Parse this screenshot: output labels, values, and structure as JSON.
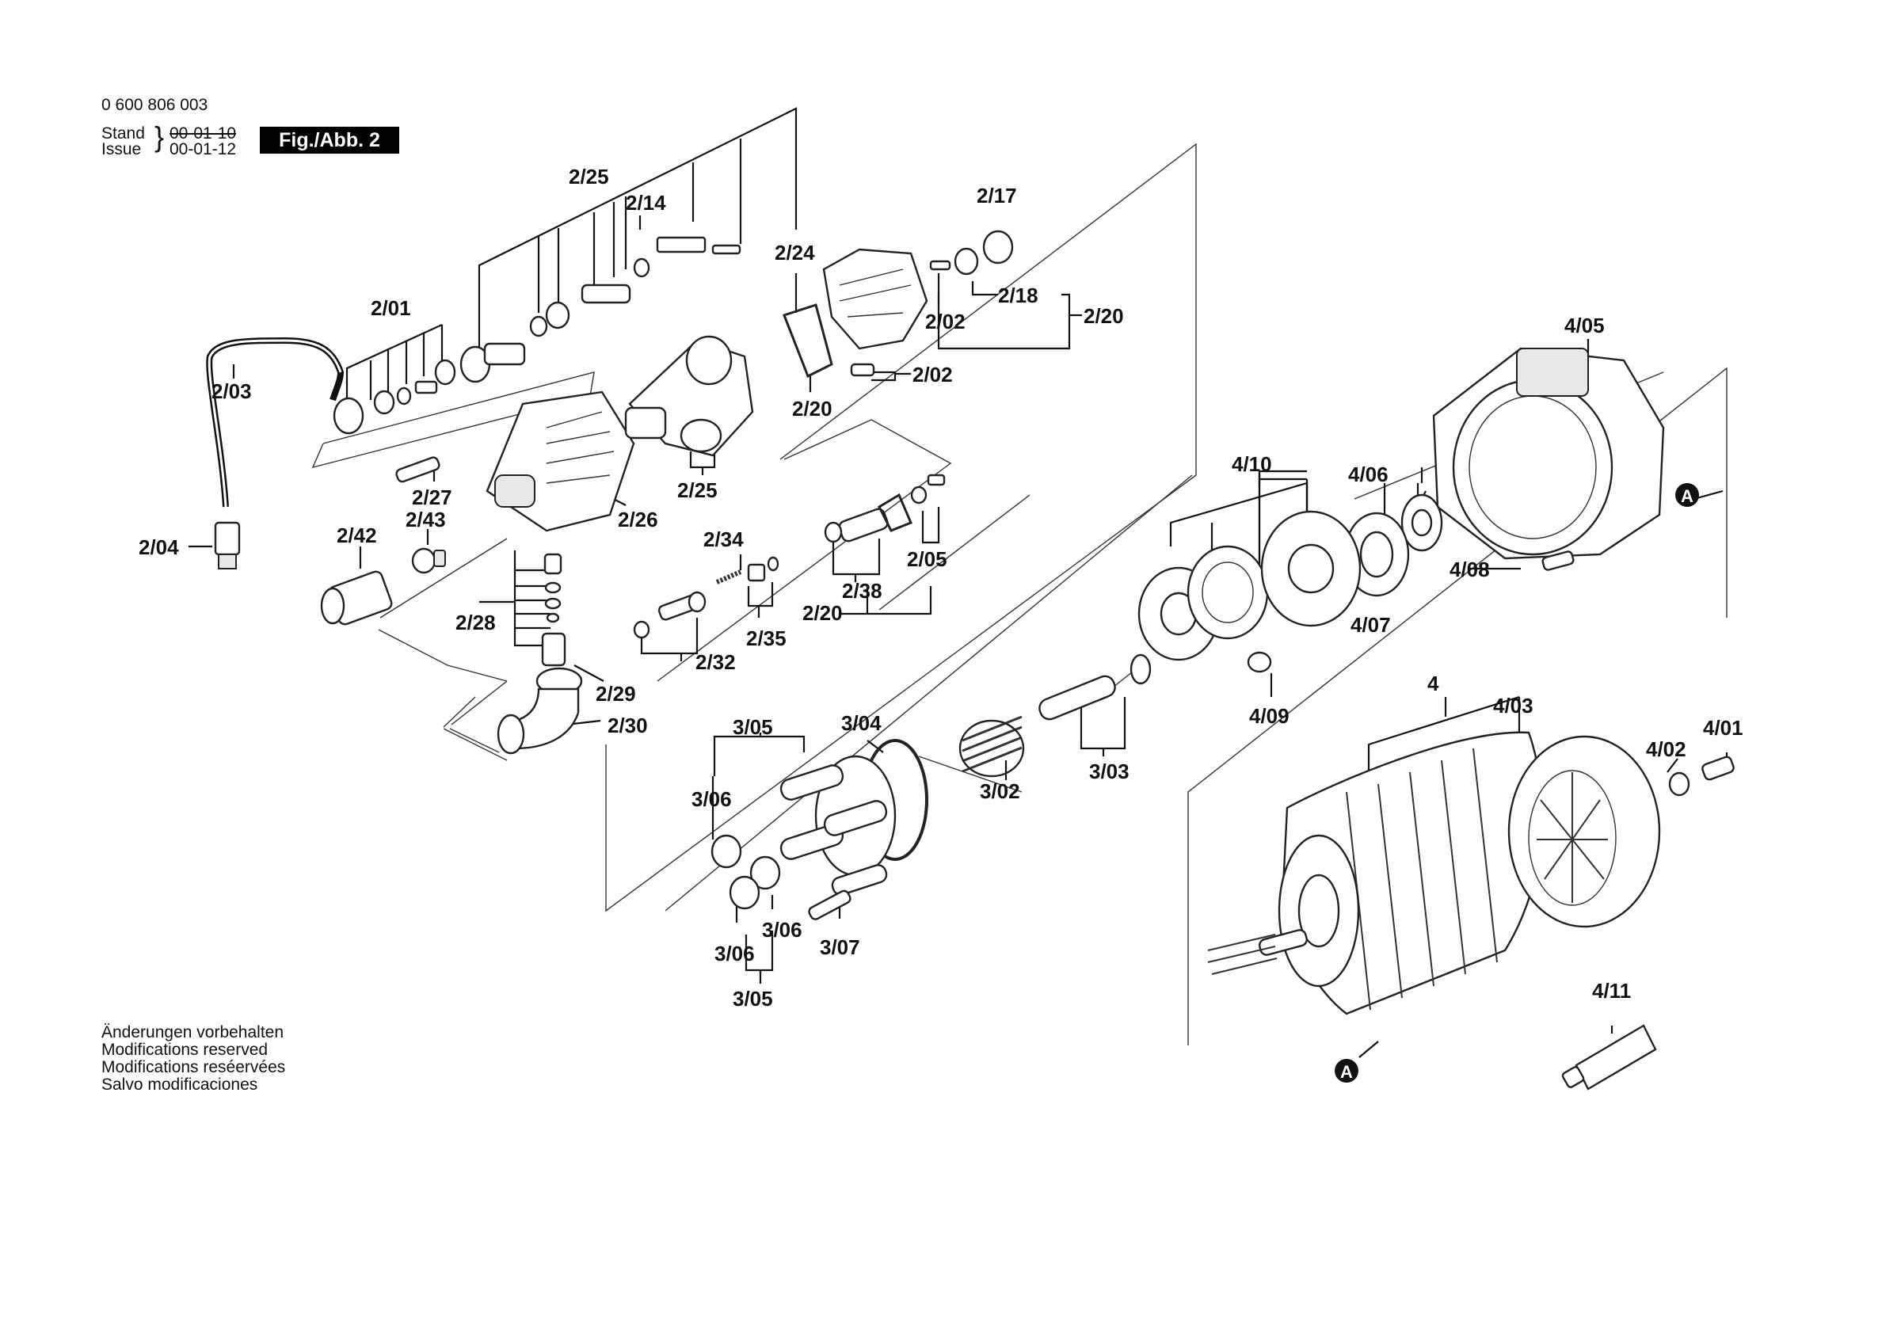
{
  "header": {
    "part_number": "0 600 806 003",
    "stand_label": "Stand",
    "stand_date": "00-01-10",
    "issue_label": "Issue",
    "issue_date": "00-01-12",
    "figure": "Fig./Abb. 2"
  },
  "notes": [
    "Änderungen vorbehalten",
    "Modifications reserved",
    "Modifications reséervées",
    "Salvo modificaciones"
  ],
  "callouts": {
    "p2_25a": "2/25",
    "p2_14": "2/14",
    "p2_24": "2/24",
    "p2_17": "2/17",
    "p2_01": "2/01",
    "p2_03": "2/03",
    "p2_18": "2/18",
    "p2_20a": "2/20",
    "p2_02a": "2/02",
    "p2_02b": "2/02",
    "p2_20b": "2/20",
    "p2_27": "2/27",
    "p2_25b": "2/25",
    "p2_26": "2/26",
    "p2_04": "2/04",
    "p2_42": "2/42",
    "p2_43": "2/43",
    "p2_34": "2/34",
    "p2_38": "2/38",
    "p2_05": "2/05",
    "p2_20c": "2/20",
    "p2_28": "2/28",
    "p2_35": "2/35",
    "p2_32": "2/32",
    "p2_29": "2/29",
    "p2_30": "2/30",
    "p3_05a": "3/05",
    "p3_04": "3/04",
    "p3_06a": "3/06",
    "p3_02": "3/02",
    "p3_03": "3/03",
    "p3_06b": "3/06",
    "p3_06c": "3/06",
    "p3_07": "3/07",
    "p3_05b": "3/05",
    "p4_05": "4/05",
    "p4_10": "4/10",
    "p4_06": "4/06",
    "p4_08": "4/08",
    "p4_07": "4/07",
    "p4_09": "4/09",
    "p4": "4",
    "p4_03": "4/03",
    "p4_02": "4/02",
    "p4_01": "4/01",
    "p4_11": "4/11",
    "marker_a1": "A",
    "marker_a2": "A"
  }
}
